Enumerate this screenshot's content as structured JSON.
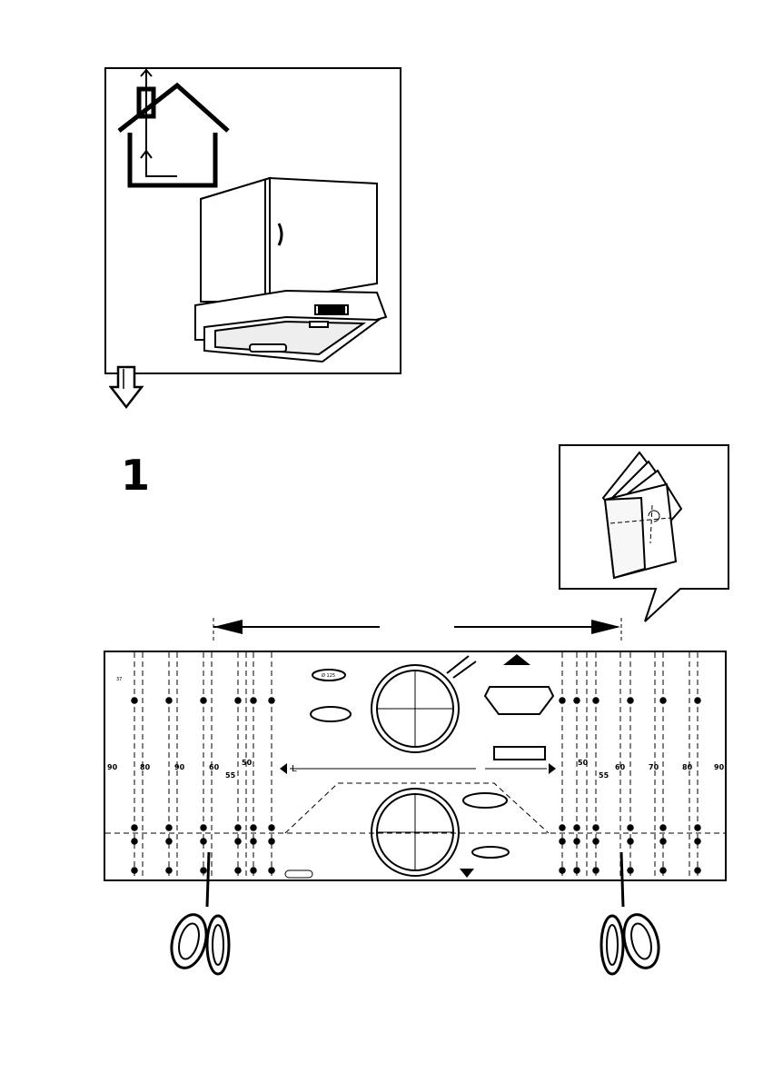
{
  "step": {
    "number": "1"
  },
  "template": {
    "spacings_left": [
      "90",
      "80",
      "90",
      "60"
    ],
    "spacings_right": [
      "60",
      "70",
      "80",
      "90"
    ],
    "inner_left": "50",
    "inner_left_sub": "55",
    "inner_right": "50",
    "inner_right_sub": "55",
    "width_label": "L",
    "small_dim": "37",
    "diameter_label": "Ø 125"
  },
  "icons": {
    "house": "house-vent-icon",
    "hood": "cooker-hood-icon",
    "down_arrow": "down-arrow-icon",
    "booklet": "folded-booklet-icon",
    "scissors": "scissors-icon"
  }
}
